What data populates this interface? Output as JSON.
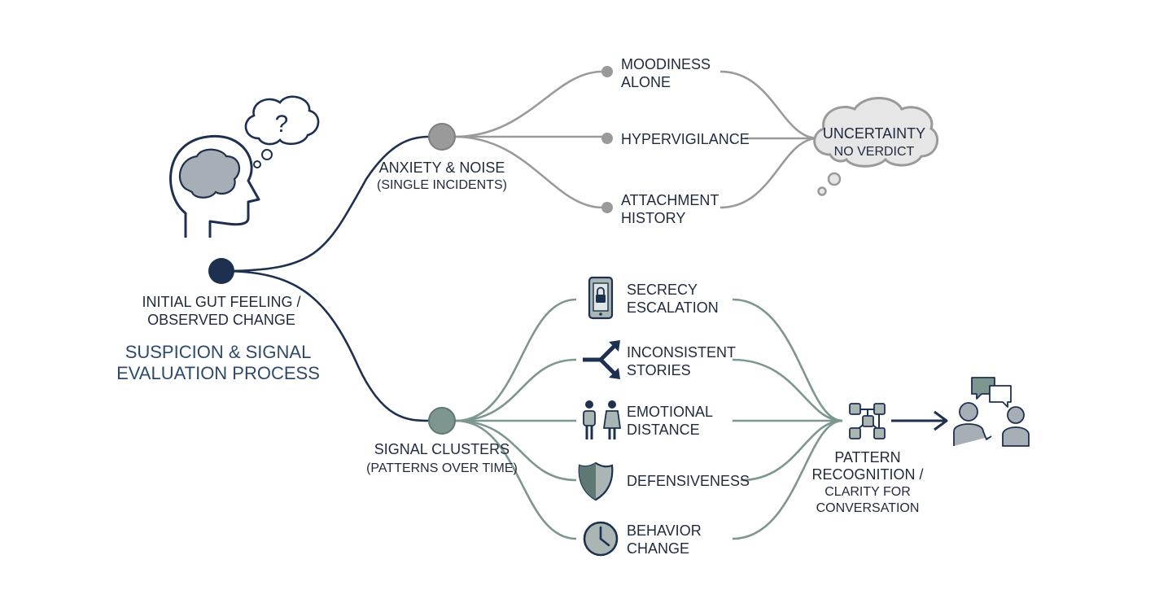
{
  "start": {
    "line1": "INITIAL GUT FEELING /",
    "line2": "OBSERVED CHANGE"
  },
  "title": {
    "line1": "SUSPICION & SIGNAL",
    "line2": "EVALUATION PROCESS"
  },
  "noise_branch": {
    "line1": "ANXIETY & NOISE",
    "line2": "(SINGLE INCIDENTS)",
    "items": [
      {
        "line1": "MOODINESS",
        "line2": "ALONE"
      },
      {
        "line1": "HYPERVIGILANCE",
        "line2": ""
      },
      {
        "line1": "ATTACHMENT",
        "line2": "HISTORY"
      }
    ],
    "outcome": {
      "line1": "UNCERTAINTY",
      "line2": "NO VERDICT"
    }
  },
  "signal_branch": {
    "line1": "SIGNAL CLUSTERS",
    "line2": "(PATTERNS OVER TIME)",
    "items": [
      {
        "line1": "SECRECY",
        "line2": "ESCALATION",
        "icon": "phone-lock-icon"
      },
      {
        "line1": "INCONSISTENT",
        "line2": "STORIES",
        "icon": "diverging-arrows-icon"
      },
      {
        "line1": "EMOTIONAL",
        "line2": "DISTANCE",
        "icon": "two-people-icon"
      },
      {
        "line1": "DEFENSIVENESS",
        "line2": "",
        "icon": "shield-icon"
      },
      {
        "line1": "BEHAVIOR",
        "line2": "CHANGE",
        "icon": "clock-icon"
      }
    ],
    "outcome": {
      "line1": "PATTERN",
      "line2": "RECOGNITION /",
      "line3": "CLARITY FOR",
      "line4": "CONVERSATION"
    }
  },
  "colors": {
    "navy": "#1e3050",
    "gray": "#9a9a9a",
    "teal": "#7d9690",
    "icon_fill": "#a9b6b3"
  }
}
